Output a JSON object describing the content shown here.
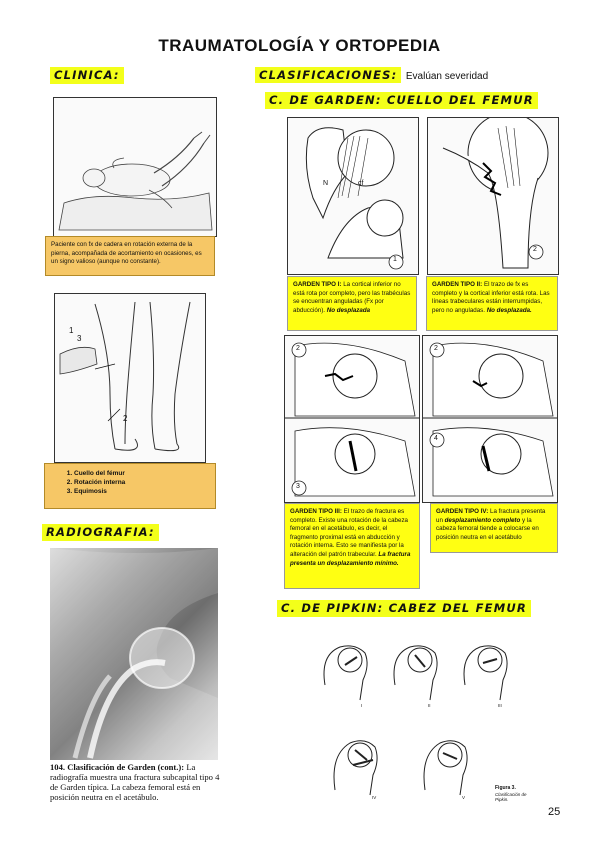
{
  "title": "TRAUMATOLOGÍA Y ORTOPEDIA",
  "sections": {
    "clinica": "CLINICA:",
    "clasificaciones": "CLASIFICACIONES:",
    "clasificaciones_note": "Evalúan severidad",
    "garden": "C. DE GARDEN: CUELLO DEL FEMUR",
    "radiografia": "RADIOGRAFIA:",
    "pipkin": "C. DE PIPKIN: CABEZ DEL FEMUR"
  },
  "clinica_caption": "Paciente con fx de cadera en rotación externa de la pierna, acompañada de acortamiento en ocasiones, es un signo valioso (aunque no constante).",
  "clinica_list": [
    "Cuello del fémur",
    "Rotación interna",
    "Equimosis"
  ],
  "leg_labels": {
    "a": "1",
    "b": "3",
    "c": "2"
  },
  "garden_fig_labels": {
    "n": "N",
    "cf": "cf",
    "one": "1",
    "two": "2",
    "two_b": "2",
    "three": "3",
    "two_c": "2",
    "four": "4"
  },
  "garden": {
    "t1_title": "GARDEN TIPO I:",
    "t1_text": "La cortical inferior no está rota por completo, pero las trabéculas se encuentran anguladas (Fx por abducción).",
    "t1_em": "No desplazada",
    "t2_title": "GARDEN TIPO II:",
    "t2_text": "El trazo de fx es completo y la cortical inferior está rota. Las líneas trabeculares están interrumpidas, pero no anguladas.",
    "t2_em": "No desplazada.",
    "t3_title": "GARDEN TIPO III:",
    "t3_text": "El trazo de fractura es completo. Existe una rotación de la cabeza femoral en el acetábulo, es decir, el fragmento proximal está en abducción y rotación interna. Esto se manifiesta por la alteración del patrón trabecular.",
    "t3_em": "La fractura presenta un desplazamiento mínimo.",
    "t4_title": "GARDEN TIPO IV:",
    "t4_pre": "La fractura presenta un",
    "t4_em": "desplazamiento completo",
    "t4_post": "y la cabeza femoral tiende a colocarse en posición neutra en el acetábulo"
  },
  "xray_caption_bold": "104. Clasificación de Garden (cont.):",
  "xray_caption": "La radiografía muestra una fractura subcapital tipo 4 de Garden típica. La cabeza femoral está en posición neutra en el acetábulo.",
  "pipkin_labels": [
    "I",
    "II",
    "III",
    "IV",
    "V"
  ],
  "pipkin_figure": "Figura 3.",
  "pipkin_figure_sub": "Clasificación de Pipkin.",
  "page_number": "25"
}
